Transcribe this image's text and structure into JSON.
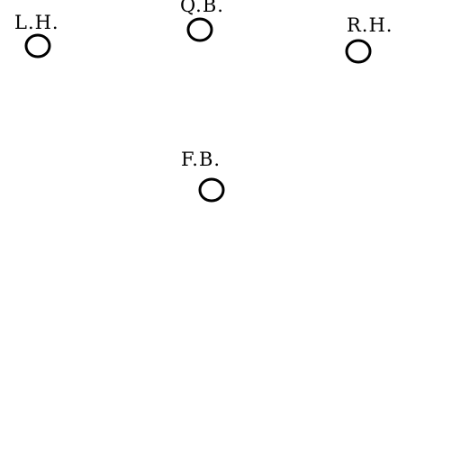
{
  "diagram": {
    "positions": [
      {
        "id": "lh",
        "label": "L.H."
      },
      {
        "id": "qb",
        "label": "Q.B."
      },
      {
        "id": "rh",
        "label": "R.H."
      },
      {
        "id": "fb",
        "label": "F.B."
      }
    ]
  }
}
